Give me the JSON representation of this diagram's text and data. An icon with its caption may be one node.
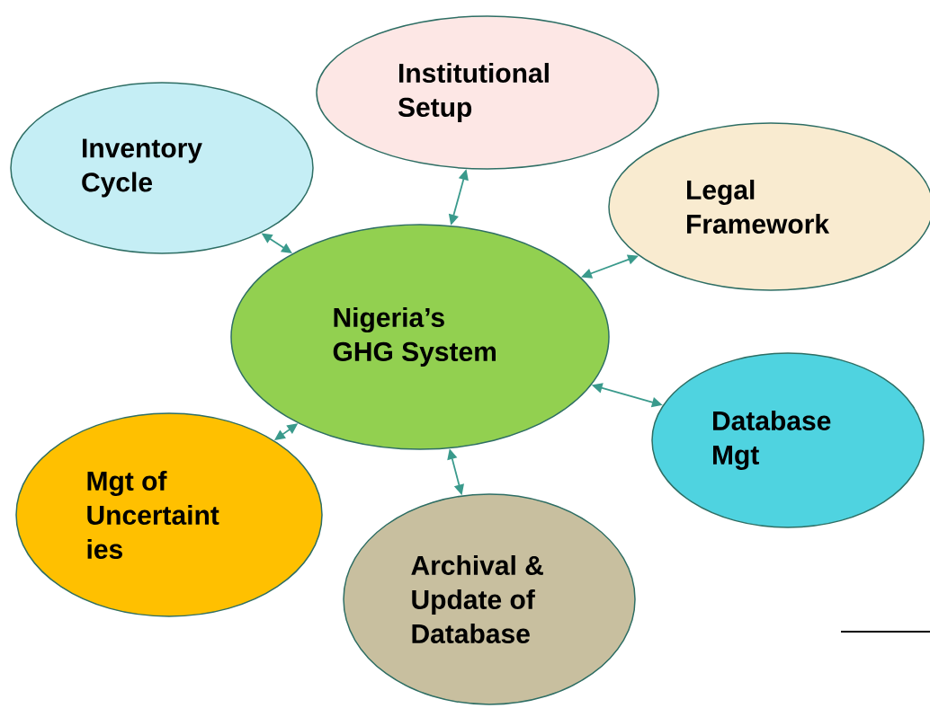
{
  "diagram": {
    "nodes": [
      {
        "text": [
          "Nigeria’s GHG System"
        ]
      },
      {
        "text": [
          "Institutional Setup"
        ]
      },
      {
        "text": [
          "Inventory Cycle"
        ]
      },
      {
        "text": [
          "Legal Framework"
        ]
      },
      {
        "text": [
          "Database Mgt"
        ]
      },
      {
        "text": [
          "Mgt of Uncertaint ies"
        ]
      },
      {
        "text": [
          "Archival & Update of Database"
        ]
      }
    ],
    "edges": [
      {
        "from": 0,
        "to": 1,
        "arrow": "both"
      },
      {
        "from": 0,
        "to": 2,
        "arrow": "both"
      },
      {
        "from": 0,
        "to": 3,
        "arrow": "both"
      },
      {
        "from": 0,
        "to": 4,
        "arrow": "both"
      },
      {
        "from": 0,
        "to": 5,
        "arrow": "both"
      },
      {
        "from": 0,
        "to": 6,
        "arrow": "both"
      }
    ]
  }
}
